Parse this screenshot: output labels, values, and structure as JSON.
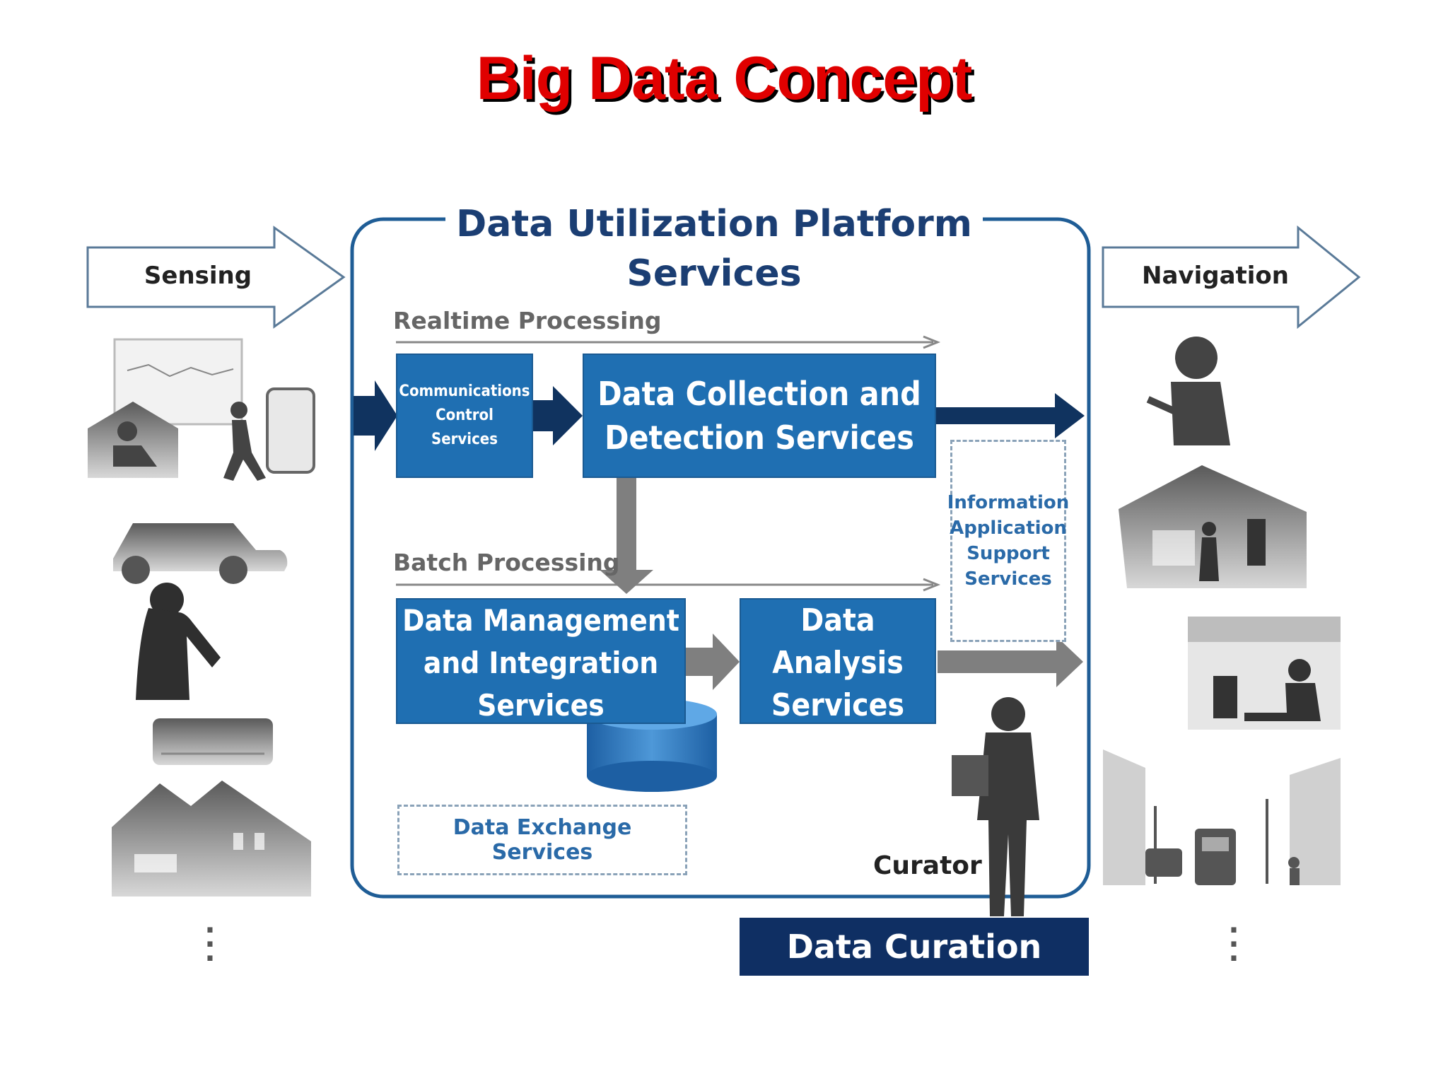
{
  "title": "Big Data Concept",
  "sensing_label": "Sensing",
  "navigation_label": "Navigation",
  "platform": {
    "title_line1": "Data Utilization Platform",
    "title_line2": "Services",
    "realtime_label": "Realtime Processing",
    "batch_label": "Batch Processing",
    "comm_control": [
      "Communications",
      "Control",
      "Services"
    ],
    "collection": [
      "Data Collection and",
      "Detection Services"
    ],
    "management": [
      "Data Management",
      "and Integration",
      "Services"
    ],
    "analysis": [
      "Data",
      "Analysis",
      "Services"
    ],
    "info_app": [
      "Information",
      "Application",
      "Support",
      "Services"
    ],
    "exchange": "Data Exchange Services",
    "curator": "Curator",
    "curation": "Data Curation"
  },
  "colors": {
    "title": "#e00000",
    "service_box": "#1f6fb2",
    "dark_navy": "#0f2f63",
    "platform_border": "#1f5d96",
    "flow_arrow_gray": "#808080"
  },
  "icons": {
    "left": [
      "monitor-house-runner-phone-icon",
      "car-icon",
      "woman-phone-icon",
      "air-conditioner-icon",
      "houses-icon"
    ],
    "right": [
      "person-tablet-icon",
      "house-person-icon",
      "office-worker-icon",
      "street-bus-icon"
    ]
  }
}
